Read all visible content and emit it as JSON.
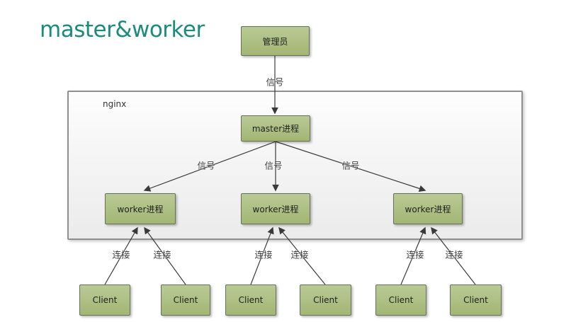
{
  "title": "master&worker",
  "colors": {
    "title_text": "#1b8b7c",
    "node_fill": "#aec183",
    "node_border": "#67705a",
    "container_fill": "#f4f4f4",
    "container_border": "#8f8f8f",
    "edge_line": "#3a3a3a"
  },
  "diagram": {
    "container_label": "nginx",
    "admin_label": "管理员",
    "master_label": "master进程",
    "workers": [
      {
        "label": "worker进程"
      },
      {
        "label": "worker进程"
      },
      {
        "label": "worker进程"
      }
    ],
    "clients": [
      {
        "label": "Client"
      },
      {
        "label": "Client"
      },
      {
        "label": "Client"
      },
      {
        "label": "Client"
      },
      {
        "label": "Client"
      },
      {
        "label": "Client"
      }
    ],
    "signal_labels": [
      {
        "text": "信号"
      },
      {
        "text": "信号"
      },
      {
        "text": "信号"
      },
      {
        "text": "信号"
      }
    ],
    "connect_labels": [
      {
        "text": "连接"
      },
      {
        "text": "连接"
      },
      {
        "text": "连接"
      },
      {
        "text": "连接"
      },
      {
        "text": "连接"
      },
      {
        "text": "连接"
      }
    ]
  }
}
